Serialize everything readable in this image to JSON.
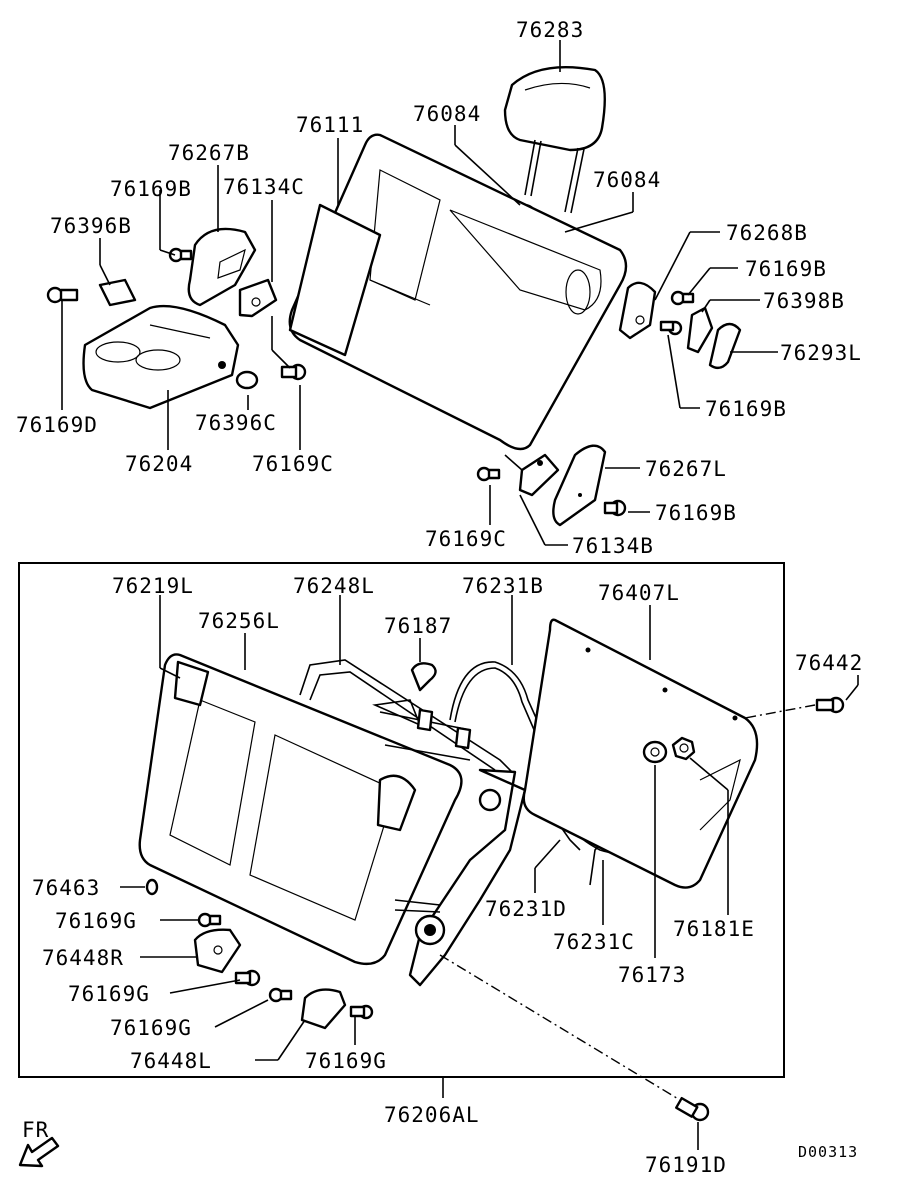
{
  "diagram_code": "D00313",
  "direction_label": "FR",
  "assembly_label": "76206AL",
  "parts": {
    "p76283": "76283",
    "p76084a": "76084",
    "p76084b": "76084",
    "p76111": "76111",
    "p76267B": "76267B",
    "p76169B_1": "76169B",
    "p76134C": "76134C",
    "p76396B": "76396B",
    "p76169D": "76169D",
    "p76204": "76204",
    "p76396C": "76396C",
    "p76169C_1": "76169C",
    "p76268B": "76268B",
    "p76169B_2": "76169B",
    "p76398B": "76398B",
    "p76293L": "76293L",
    "p76169B_3": "76169B",
    "p76267L": "76267L",
    "p76169B_4": "76169B",
    "p76169C_2": "76169C",
    "p76134B": "76134B",
    "p76219L": "76219L",
    "p76248L": "76248L",
    "p76231B": "76231B",
    "p76407L": "76407L",
    "p76256L": "76256L",
    "p76187": "76187",
    "p76442": "76442",
    "p76463": "76463",
    "p76169G_1": "76169G",
    "p76448R": "76448R",
    "p76169G_2": "76169G",
    "p76169G_3": "76169G",
    "p76448L": "76448L",
    "p76169G_4": "76169G",
    "p76231D": "76231D",
    "p76231C": "76231C",
    "p76173": "76173",
    "p76181E": "76181E",
    "p76191D": "76191D"
  }
}
